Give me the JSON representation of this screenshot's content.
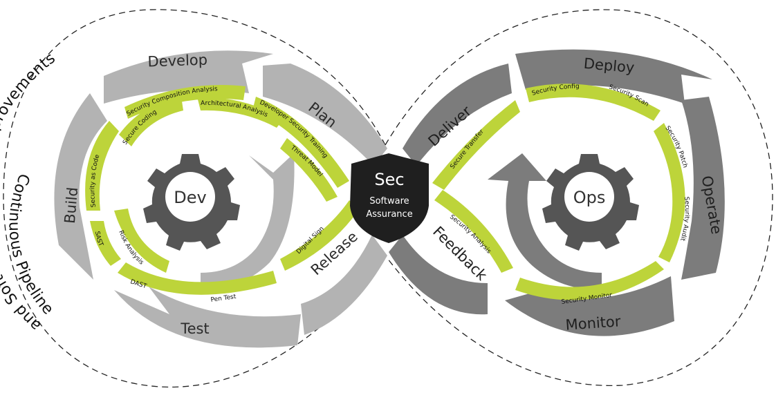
{
  "outer": {
    "top_caption": "and Software Assurance Improvements",
    "bottom_caption": "Continuous Pipeline"
  },
  "center": {
    "title": "Sec",
    "line1": "Software",
    "line2": "Assurance"
  },
  "dev": {
    "gear_label": "Dev",
    "stages": {
      "develop": "Develop",
      "plan": "Plan",
      "build": "Build",
      "test": "Test",
      "release": "Release"
    },
    "practices": {
      "composition": "Security Composition Analysis",
      "secure_coding": "Secure Coding",
      "architectural": "Architectural Analysis",
      "dev_training": "Developer Security Training",
      "threat_model": "Threat Model",
      "security_as_code": "Security as Code",
      "sast": "SAST",
      "risk": "Risk Analysis",
      "dast": "DAST",
      "pen_test": "Pen Test",
      "digital_sign": "Digital Sign"
    }
  },
  "ops": {
    "gear_label": "Ops",
    "stages": {
      "deliver": "Deliver",
      "deploy": "Deploy",
      "operate": "Operate",
      "monitor": "Monitor",
      "feedback": "Feedback"
    },
    "practices": {
      "secure_transfer": "Secure Transfer",
      "security_config": "Security Config",
      "security_scan": "Security Scan",
      "security_patch": "Security Patch",
      "security_audit": "Security Audit",
      "security_monitor": "Security Monitor",
      "security_analysis": "Security Analysis"
    }
  },
  "colors": {
    "light_gray": "#b3b3b3",
    "dark_gray": "#7c7c7c",
    "lime": "#bdd43a",
    "shield": "#1f1f1f"
  }
}
